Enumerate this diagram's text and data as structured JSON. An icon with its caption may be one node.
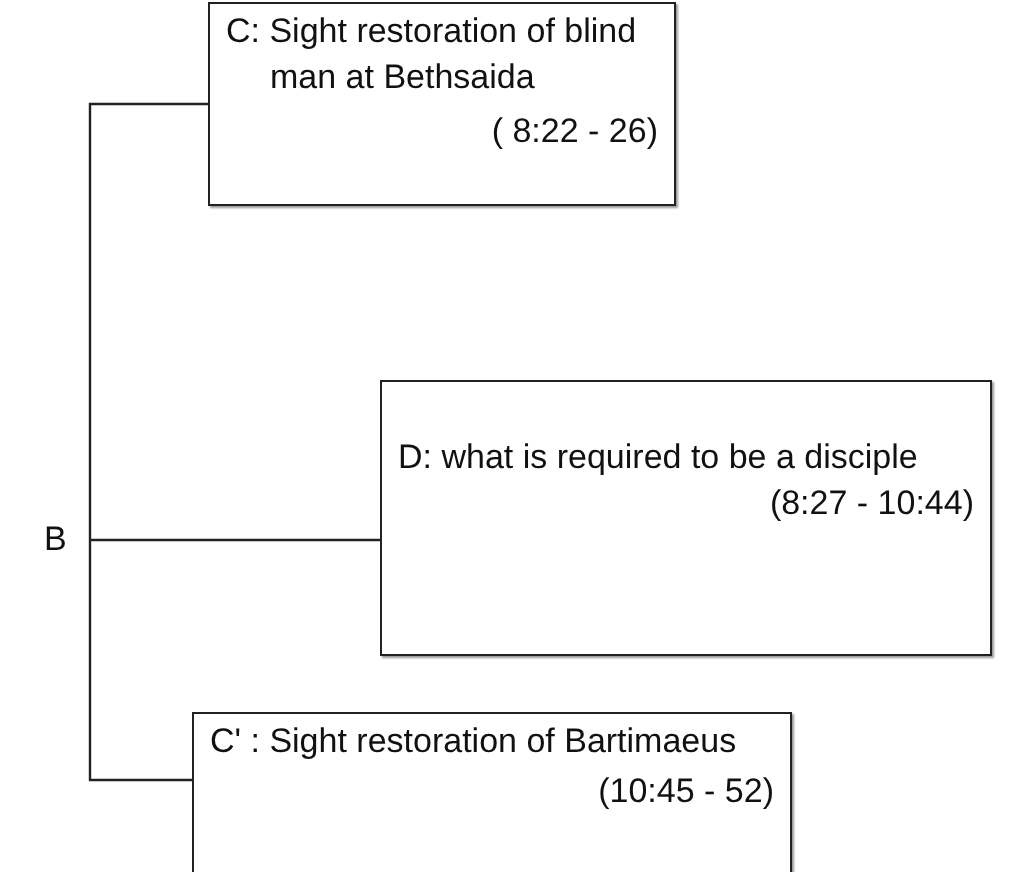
{
  "diagram": {
    "nodes": [
      {
        "text": [
          "C: Sight restoration of blind man at Bethsaida",
          "( 8:22 - 26)"
        ]
      },
      {
        "text": [
          "B"
        ]
      },
      {
        "text": [
          "D: what is required to be a disciple",
          "(8:27 - 10:44)"
        ]
      },
      {
        "text": [
          "C' : Sight restoration of Bartimaeus",
          "(10:45 - 52)"
        ]
      }
    ],
    "edges": [
      {
        "from": 1,
        "to": 0,
        "arrow": "none"
      },
      {
        "from": 1,
        "to": 2,
        "arrow": "none"
      },
      {
        "from": 1,
        "to": 3,
        "arrow": "none"
      }
    ]
  }
}
